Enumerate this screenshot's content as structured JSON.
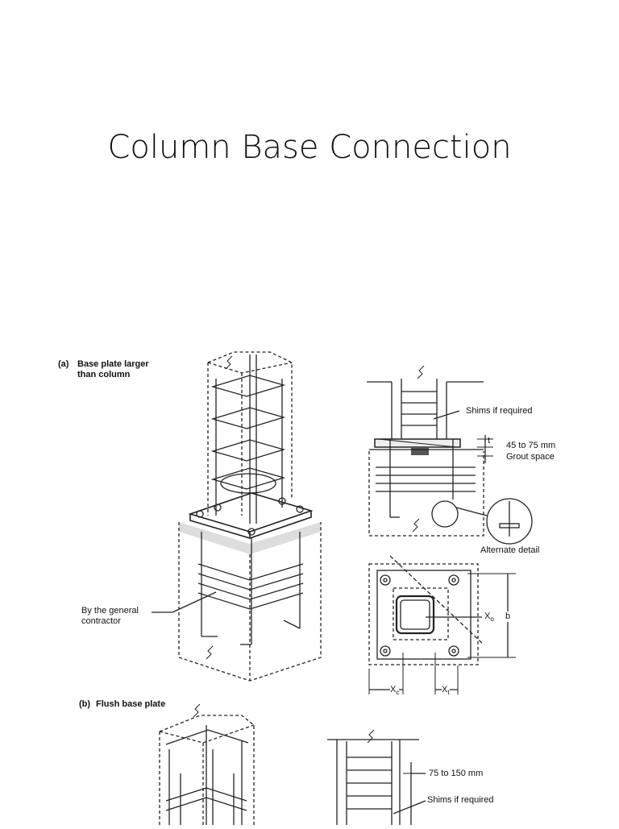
{
  "slide": {
    "title": "Column Base Connection"
  },
  "figure": {
    "panel_a": {
      "caption_tag": "(a)",
      "caption_line1": "Base plate larger",
      "caption_line2": "than column",
      "callout_line1": "By the general",
      "callout_line2": "contractor"
    },
    "section_a": {
      "shims": "Shims if required",
      "t": "t",
      "dim": "45 to 75 mm",
      "grout": "Grout space",
      "alternate": "Alternate detail"
    },
    "plan_a": {
      "xo": "X",
      "xo_sub": "o",
      "b": "b",
      "xc": "X",
      "xc_sub": "c",
      "xt": "X",
      "xt_sub": "t"
    },
    "panel_b": {
      "caption_tag": "(b)",
      "caption": "Flush base plate",
      "dim": "75 to 150 mm",
      "shims": "Shims if required"
    }
  }
}
